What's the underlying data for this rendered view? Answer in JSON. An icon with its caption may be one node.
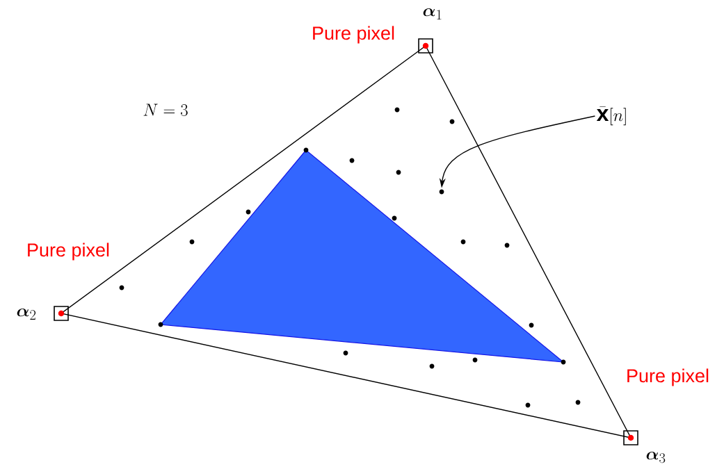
{
  "diagram": {
    "nodes": [
      {
        "text": [
          "\\bar{\\mathbf{x}}[n]"
        ]
      },
      {
        "text": [],
        "shape": "circle"
      }
    ],
    "edges": [
      {
        "from": 0,
        "to": 1,
        "arrow": "to"
      }
    ],
    "labels": [
      "\\boldsymbol{\\alpha}_1",
      "Pure pixel",
      "N=3",
      "Pure pixel",
      "\\boldsymbol{\\alpha}_2",
      "Pure pixel",
      "\\boldsymbol{\\alpha}_3"
    ]
  }
}
